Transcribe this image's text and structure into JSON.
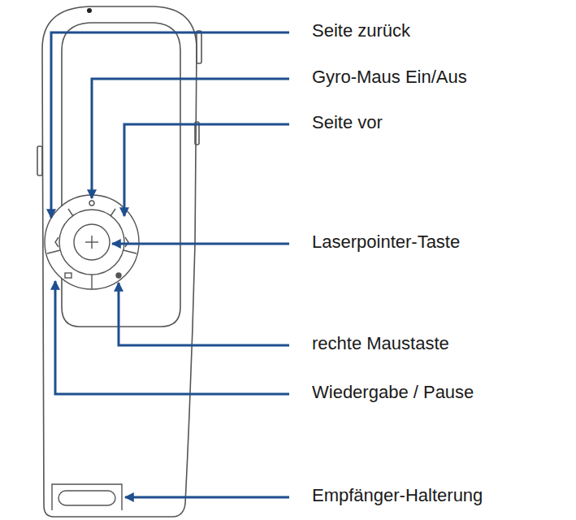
{
  "diagram": {
    "labels": [
      "Seite zurück",
      "Gyro-Maus Ein/Aus",
      "Seite vor",
      "Laserpointer-Taste",
      "rechte Maustaste",
      "Wiedergabe / Pause",
      "Empfänger-Halterung"
    ]
  }
}
